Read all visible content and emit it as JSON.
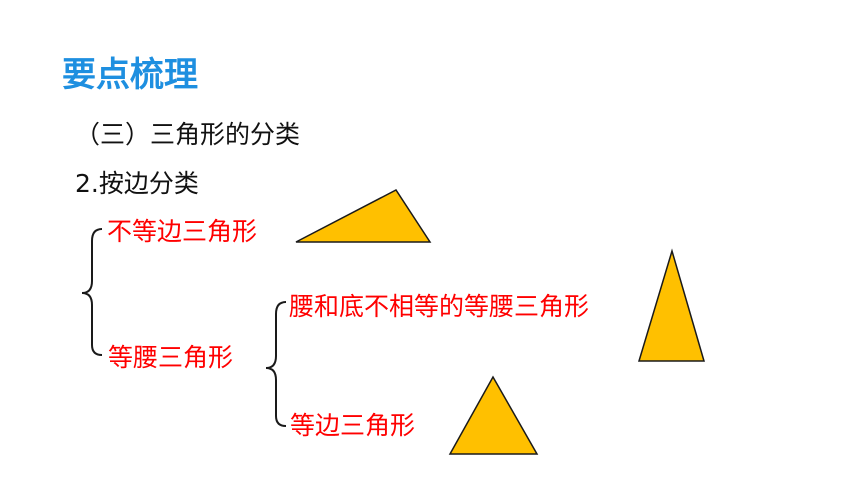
{
  "heading": {
    "title": "要点梳理"
  },
  "section": {
    "label": "（三）三角形的分类"
  },
  "subsection": {
    "label": "2.按边分类"
  },
  "tree": {
    "scalene": "不等边三角形",
    "isosceles": "等腰三角形",
    "isosceles_non_equilateral": "腰和底不相等的等腰三角形",
    "equilateral": "等边三角形"
  },
  "colors": {
    "title": "#1e8fe0",
    "category_text": "#ff0000",
    "triangle_fill": "#ffc000",
    "triangle_stroke": "#1a1a1a",
    "brace": "#1a1a1a"
  }
}
